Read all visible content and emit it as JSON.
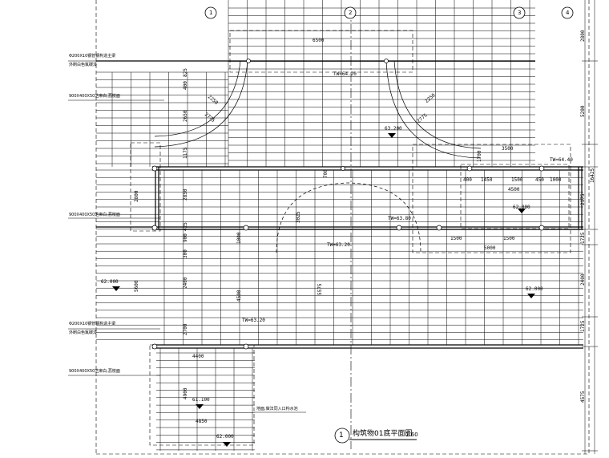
{
  "title": {
    "number": "1",
    "text": "构筑物01底平面图",
    "scale": "1:60"
  },
  "notes": {
    "n1": "Φ200X10钢管钢构造主梁",
    "n1b": "外刷白色氟碳漆",
    "n2": "900X400X50芝麻白,荔枝面",
    "n3": "900X400X50芝麻白,荔枝面",
    "n4": "Φ200X10钢管钢构造主梁",
    "n4b": "外刷白色氟碳漆",
    "n5": "900X400X50芝麻白,荔枝面",
    "n6": "地面,做法同入口构水池"
  },
  "elevations": {
    "tw1": "TW=64.20",
    "tw2": "TW=64.40",
    "tw3": "TW=63.80",
    "tw4": "TW=63.20",
    "tw5": "TW=63.20",
    "e1": "63.200",
    "e2": "62.000",
    "e3": "62.000",
    "e4": "62.000",
    "e5": "61.100",
    "e6": "62.000"
  },
  "dims": {
    "top_6500": "6500",
    "d3500": "3500",
    "d400": "400",
    "d1450": "1450",
    "d1500a": "1500",
    "d450": "450",
    "d1000": "1000",
    "d4500": "4500",
    "d1500b": "1500",
    "d1500c": "1500",
    "d5000": "5000",
    "d4400": "4400",
    "d4850": "4850",
    "v825": "825",
    "v400": "400",
    "v2650": "2650",
    "v1175": "1175",
    "v2850": "2850",
    "v2800": "2800",
    "v900": "900",
    "v425": "425",
    "v300": "300",
    "v2400": "2400",
    "v1000": "1000",
    "v4500": "4500",
    "v5575": "5575",
    "v5600": "5600",
    "v2700": "2700",
    "v4900": "4900",
    "v700": "700",
    "v3025": "3025",
    "r2800": "2800",
    "r5200": "5200",
    "r2175": "2175",
    "r16425": "16425",
    "r1725": "1725",
    "r2400": "2400",
    "r1725b": "1725",
    "r4575": "4575",
    "arc2250a": "2250",
    "arc2250b": "2250",
    "arc2775a": "2775",
    "arc2775b": "2775",
    "arc1700": "1700"
  },
  "axes": {
    "a1": "1",
    "a2": "2",
    "a3": "3",
    "a4": "4"
  }
}
